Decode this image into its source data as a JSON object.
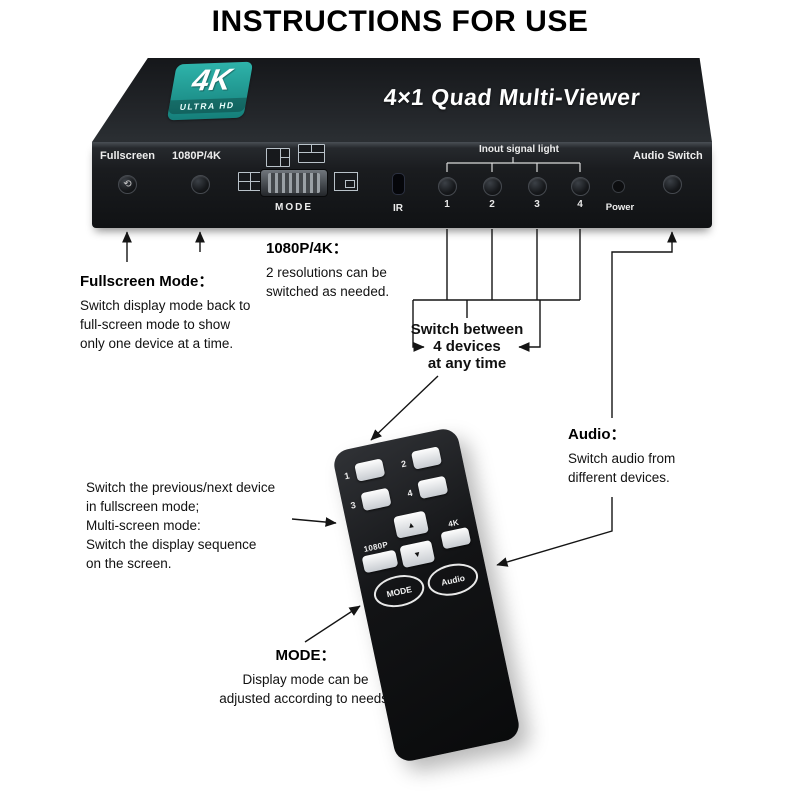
{
  "title": "INSTRUCTIONS FOR USE",
  "colors": {
    "badge_teal": "#1f938c",
    "device_black": "#17191c"
  },
  "device": {
    "badge": {
      "k4": "4K",
      "ultra": "ULTRA HD"
    },
    "top_label": "4×1 Quad Multi-Viewer",
    "panel": {
      "fullscreen_label": "Fullscreen",
      "fullscreen_icon": "⟲",
      "resolution_label": "1080P/4K",
      "mode_label": "MODE",
      "ir_label": "IR",
      "signal_label": "Inout signal light",
      "input_numbers": [
        "1",
        "2",
        "3",
        "4"
      ],
      "power_label": "Power",
      "audio_label": "Audio Switch"
    }
  },
  "annotations": {
    "fullscreen": {
      "title": "Fullscreen Mode：",
      "body": "Switch display mode back to\nfull-screen mode to show\nonly one device at a time."
    },
    "resolution": {
      "title": "1080P/4K：",
      "body": "2 resolutions can be\nswitched as needed."
    },
    "switch": {
      "line1": "Switch between",
      "line2": "4 devices",
      "line3": "at any time"
    },
    "audio": {
      "title": "Audio：",
      "body": "Switch audio from\ndifferent devices."
    },
    "prev_next": "Switch the previous/next device\nin fullscreen mode;\nMulti-screen mode:\nSwitch the display sequence\non the screen.",
    "mode": {
      "title": "MODE：",
      "body": "Display mode can be\nadjusted according to needs."
    }
  },
  "remote": {
    "digits": [
      "1",
      "2",
      "3",
      "4"
    ],
    "up_icon": "▲",
    "down_icon": "▼",
    "res_label": "1080P",
    "res4k_label": "4K",
    "mode_label": "MODE",
    "audio_label": "Audio"
  }
}
